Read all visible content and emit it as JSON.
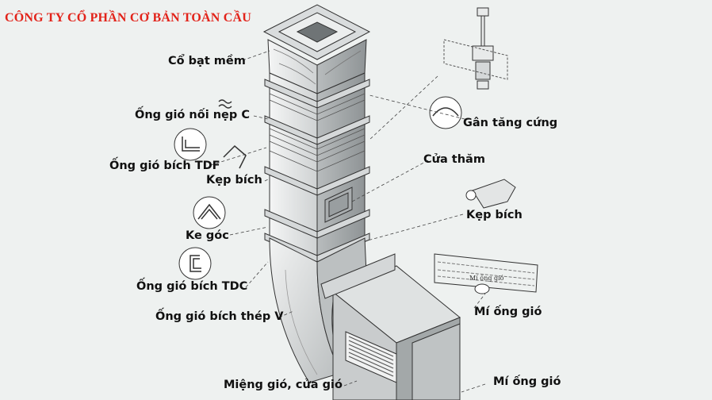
{
  "company_name": "CÔNG TY CỔ PHẦN CƠ BẢN TOÀN CẦU",
  "labels": {
    "co_bat_mem": "Cổ bạt mềm",
    "ong_gio_noi_nep_c": "Ống gió nối nẹp C",
    "ong_gio_bich_tdf": "Ống gió bích TDF",
    "kep_bich_left": "Kẹp bích",
    "ke_goc": "Ke góc",
    "ong_gio_bich_tdc": "Ống gió bích TDC",
    "ong_gio_bich_thep_v": "Ống gió bích thép V",
    "mieng_gio_cua_gio": "Miệng gió, cửa gió",
    "gan_tang_cung": "Gân tăng cứng",
    "cua_tham": "Cửa thăm",
    "kep_bich_right": "Kẹp bích",
    "mi_ong_gio_1": "Mí ống gió",
    "mi_ong_gio_2": "Mí ống gió",
    "mi_ong_gio_small": "Mí ống gió"
  },
  "colors": {
    "company": "#e2231a",
    "duct_light": "#e4e6e6",
    "duct_mid": "#c7cacb",
    "duct_dark": "#8d9294",
    "outline": "#333333"
  }
}
